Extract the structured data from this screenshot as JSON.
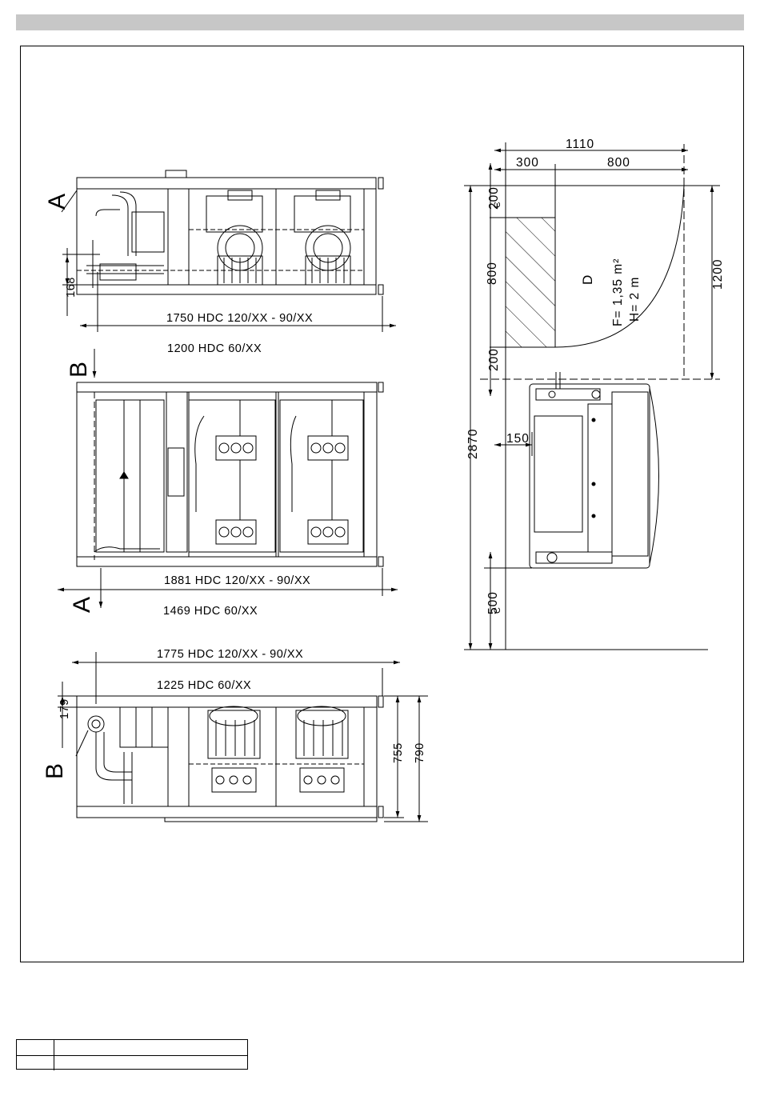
{
  "views": {
    "front": {
      "section_letter": "A",
      "dim_height": "168",
      "dim_length_1": "1750 HDC 120/XX - 90/XX",
      "dim_length_2": "1200 HDC 60/XX"
    },
    "top": {
      "section_letter_b": "B",
      "section_letter_a": "A",
      "dim_length_1": "1881 HDC 120/XX - 90/XX",
      "dim_length_2": "1469 HDC 60/XX"
    },
    "side": {
      "section_letter": "B",
      "dim_length_1": "1775 HDC 120/XX - 90/XX",
      "dim_length_2": "1225 HDC 60/XX",
      "dim_height": "179",
      "dim_depth_1": "755",
      "dim_depth_2": "790"
    },
    "layout": {
      "dim_total_width": "1110",
      "dim_left_width": "300",
      "dim_right_width": "800",
      "dim_top_clear": "200",
      "dim_door": "800",
      "dim_door_bottom": "200",
      "dim_swing": "1200",
      "dim_total_length": "2870",
      "dim_side_gap": "150",
      "dim_bottom_clear": "500",
      "clearance_label_top": "C",
      "clearance_label_bottom": "C",
      "door_label": "D",
      "area_label": "F= 1,35 m²",
      "height_label": "H= 2 m"
    }
  },
  "colors": {
    "header": "#c7c7c7",
    "line": "#000000"
  }
}
